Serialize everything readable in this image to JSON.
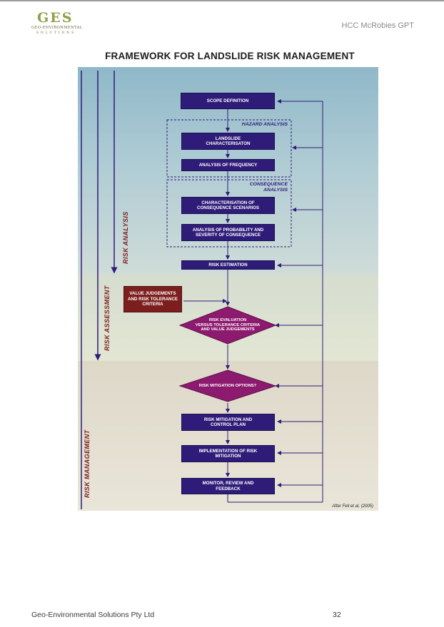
{
  "header": {
    "logo_mark": "GES",
    "logo_sub": "GEO-ENVIRONMENTAL",
    "logo_sub2": "SOLUTIONS",
    "doc_title": "HCC McRobies GPT"
  },
  "figure": {
    "title": "FRAMEWORK FOR LANDSLIDE RISK MANAGEMENT",
    "sections": {
      "risk_analysis": "RISK ANALYSIS",
      "risk_assessment": "RISK ASSESSMENT",
      "risk_management": "RISK MANAGEMENT"
    },
    "groups": {
      "hazard_analysis": "HAZARD ANALYSIS",
      "consequence_analysis": "CONSEQUENCE\nANALYSIS"
    },
    "boxes": {
      "scope": "SCOPE DEFINITION",
      "landslide": "LANDSLIDE\nCHARACTERISATON",
      "frequency": "ANALYSIS OF FREQUENCY",
      "consequence_scenarios": "CHARACTERISATION OF\nCONSEQUENCE SCENARIOS",
      "probability": "ANALYSIS OF PROBABILITY AND\nSEVERITY OF CONSEQUENCE",
      "risk_estimation": "RISK ESTIMATION",
      "value_judgements": "VALUE JUDGEMENTS\nAND RISK TOLERANCE\nCRITERIA",
      "risk_evaluation": "RISK EVALUATION\nVERSUS TOLERANCE CRITERIA\nAND VALUE JUDGEMENTS",
      "mitigation_options": "RISK MITIGATION OPTIONS?",
      "mitigation_plan": "RISK MITIGATION AND\nCONTROL PLAN",
      "implementation": "IMPLEMENTATION OF RISK\nMITIGATION",
      "monitor": "MONITOR, REVIEW AND\nFEEDBACK"
    },
    "credit": "After Fell et al, (2005)",
    "colors": {
      "process_box": "#2e1c78",
      "decision": "#8c1a6e",
      "value_box": "#7c1e1e",
      "section_label": "#7c1e1e"
    }
  },
  "footer": {
    "company": "Geo-Environmental Solutions Pty Ltd",
    "page_number": "32"
  }
}
